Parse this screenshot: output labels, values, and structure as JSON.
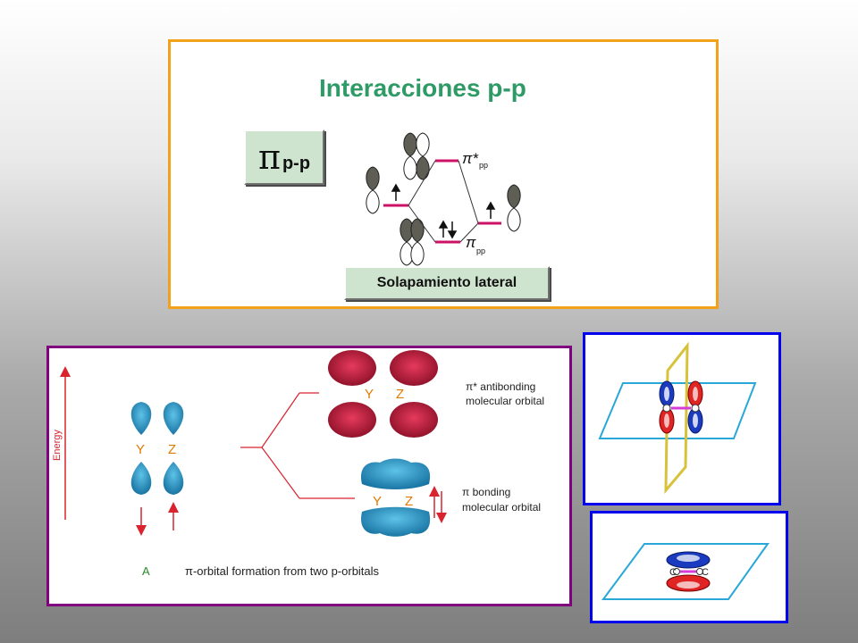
{
  "top_panel": {
    "title": "Interacciones p-p",
    "pi_label": {
      "symbol": "π",
      "subscript": "p-p"
    },
    "lateral_label": "Solapamiento lateral",
    "diagram": {
      "antibonding_label": "π*",
      "antibonding_sub": "pp",
      "bonding_label": "π",
      "bonding_sub": "pp"
    }
  },
  "left_panel": {
    "axis_label": "Energy",
    "left_letters": [
      "Y",
      "Z"
    ],
    "antibonding_letters": [
      "Y",
      "Z"
    ],
    "bonding_letters": [
      "Y",
      "Z"
    ],
    "antibonding_text": [
      "π* antibonding",
      "molecular orbital"
    ],
    "bonding_text": [
      "π bonding",
      "molecular orbital"
    ],
    "caption_letter": "A",
    "caption": "π-orbital formation from two p-orbitals"
  },
  "right_bottom_panel": {
    "atom_labels": [
      "C",
      "C"
    ]
  },
  "colors": {
    "top_border": "#f4a11a",
    "left_border": "#800080",
    "right_border": "#0000ee",
    "title": "#2e9a66",
    "level_line": "#cc1166",
    "lobe_teal": "#1f86b8",
    "lobe_red": "#b81a3c"
  }
}
